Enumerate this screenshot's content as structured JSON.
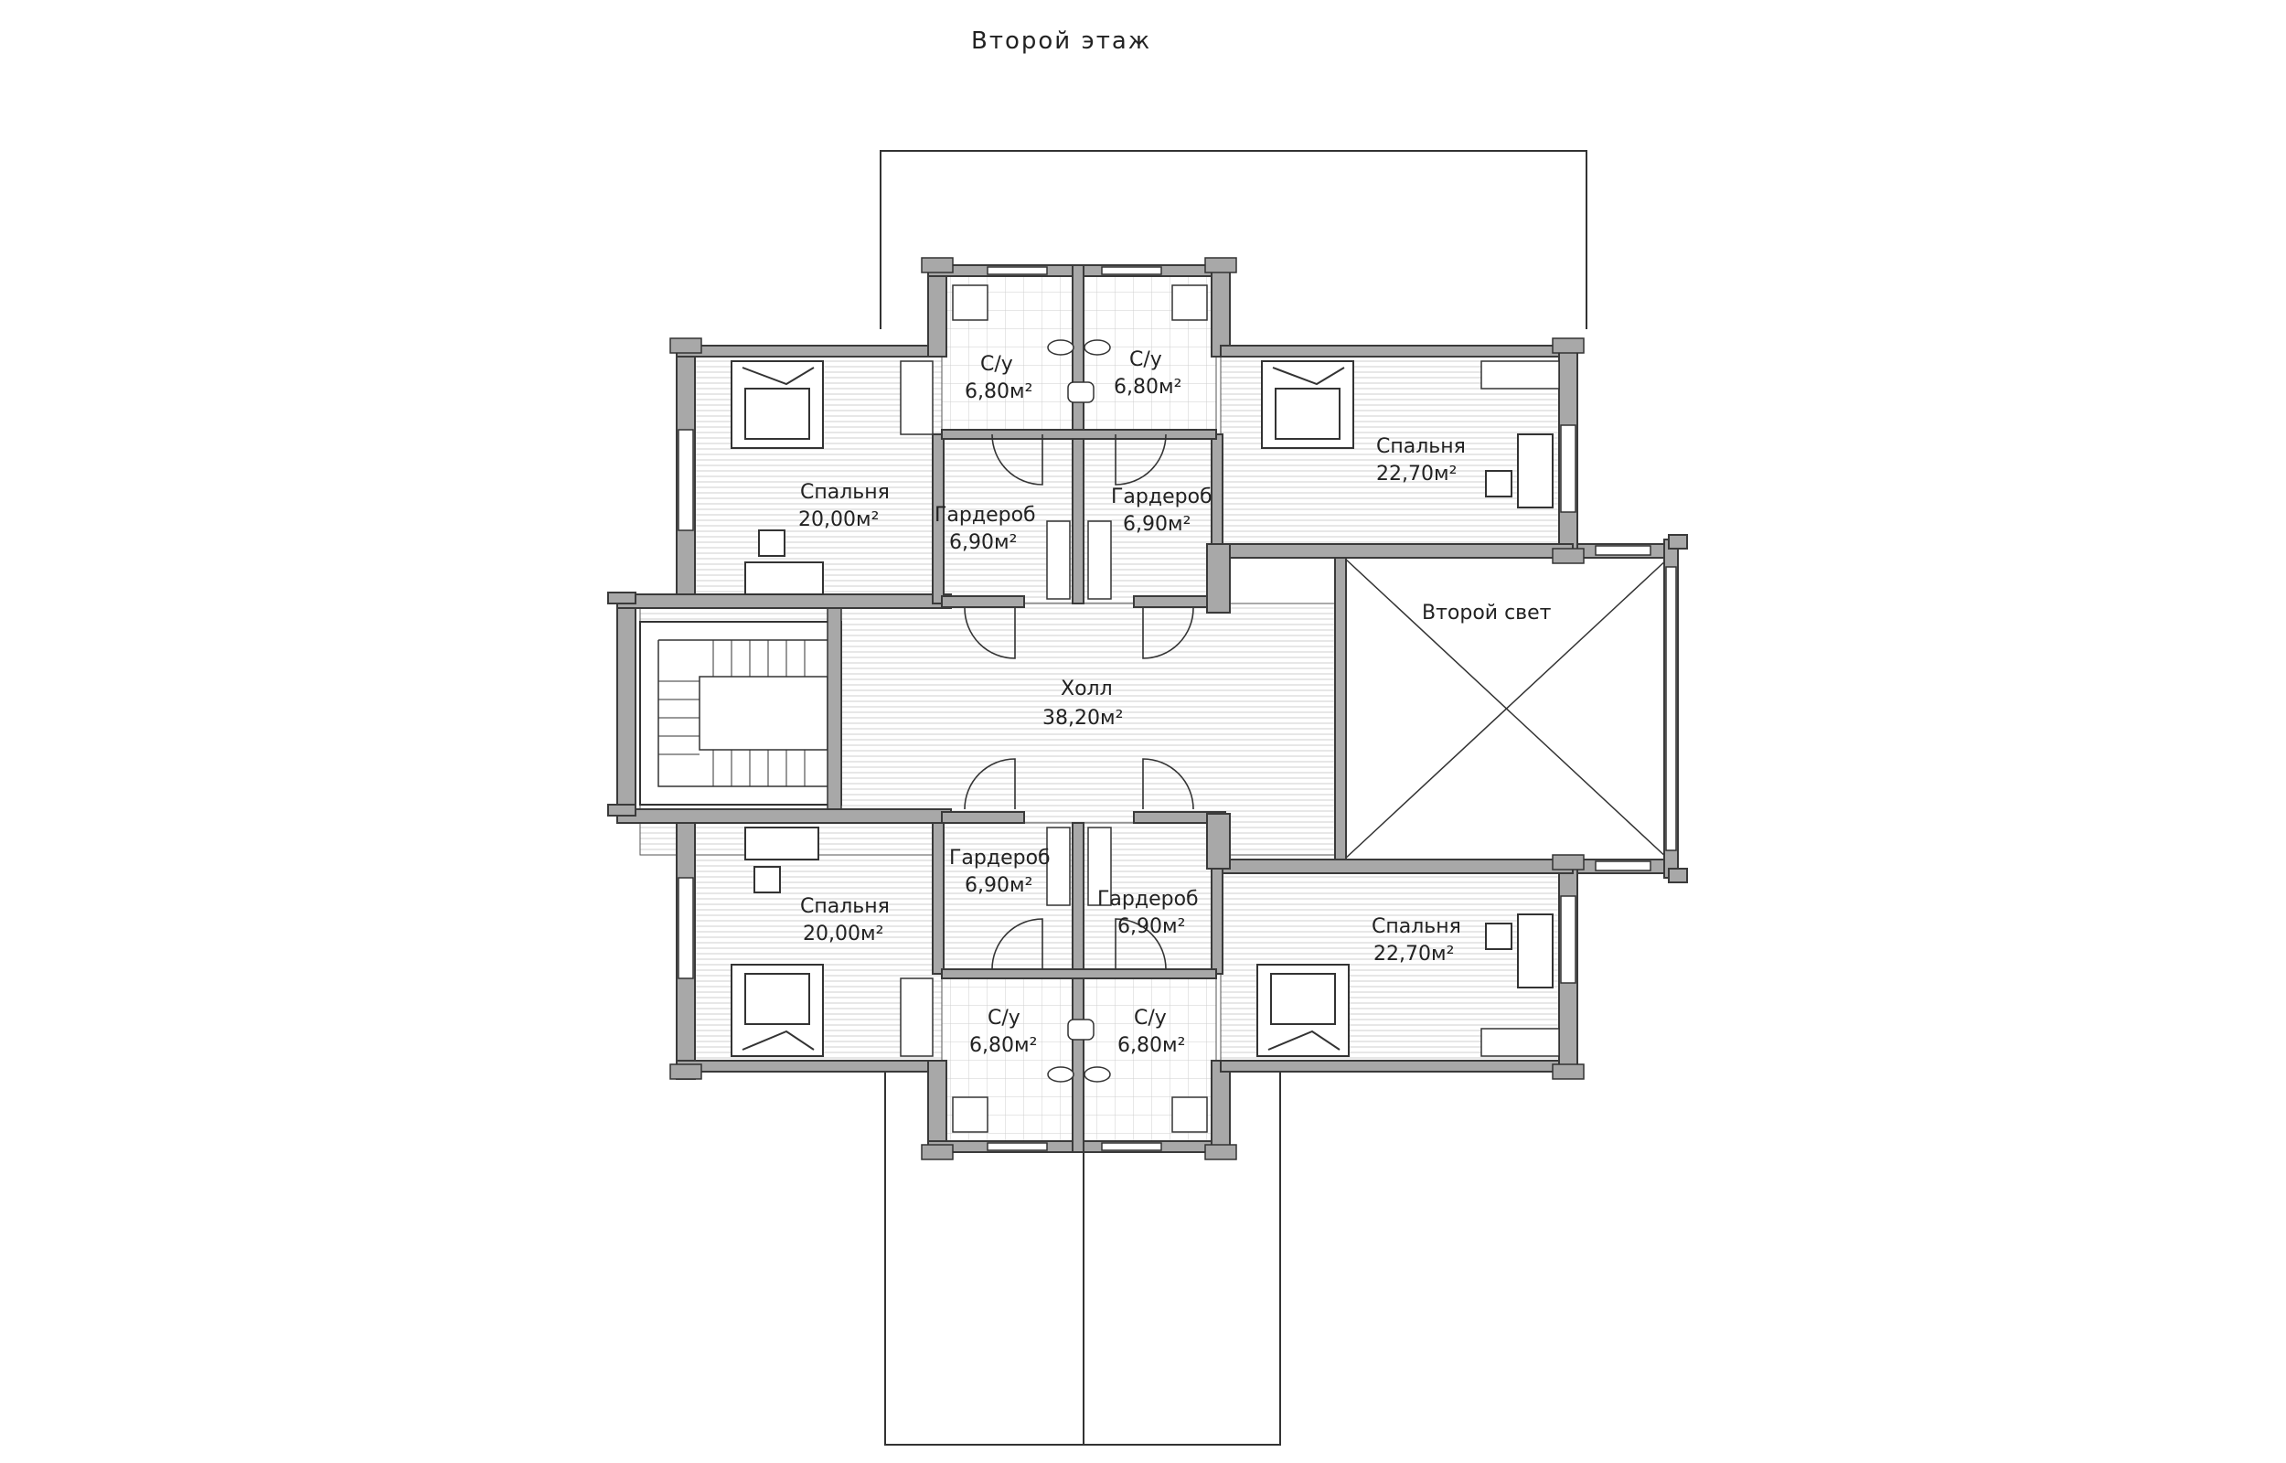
{
  "title": "Второй этаж",
  "rooms": {
    "bedroom_top_left": {
      "name": "Спальня",
      "area": "20,00м²"
    },
    "bedroom_top_right": {
      "name": "Спальня",
      "area": "22,70м²"
    },
    "bedroom_bottom_left": {
      "name": "Спальня",
      "area": "20,00м²"
    },
    "bedroom_bottom_right": {
      "name": "Спальня",
      "area": "22,70м²"
    },
    "bath_top_left": {
      "name": "С/у",
      "area": "6,80м²"
    },
    "bath_top_right": {
      "name": "С/у",
      "area": "6,80м²"
    },
    "bath_bottom_left": {
      "name": "С/у",
      "area": "6,80м²"
    },
    "bath_bottom_right": {
      "name": "С/у",
      "area": "6,80м²"
    },
    "wardrobe_top_left": {
      "name": "Гардероб",
      "area": "6,90м²"
    },
    "wardrobe_top_right": {
      "name": "Гардероб",
      "area": "6,90м²"
    },
    "wardrobe_bottom_left": {
      "name": "Гардероб",
      "area": "6,90м²"
    },
    "wardrobe_bottom_right": {
      "name": "Гардероб",
      "area": "6,90м²"
    },
    "hall": {
      "name": "Холл",
      "area": "38,20м²"
    },
    "second_light": {
      "name": "Второй свет"
    }
  }
}
